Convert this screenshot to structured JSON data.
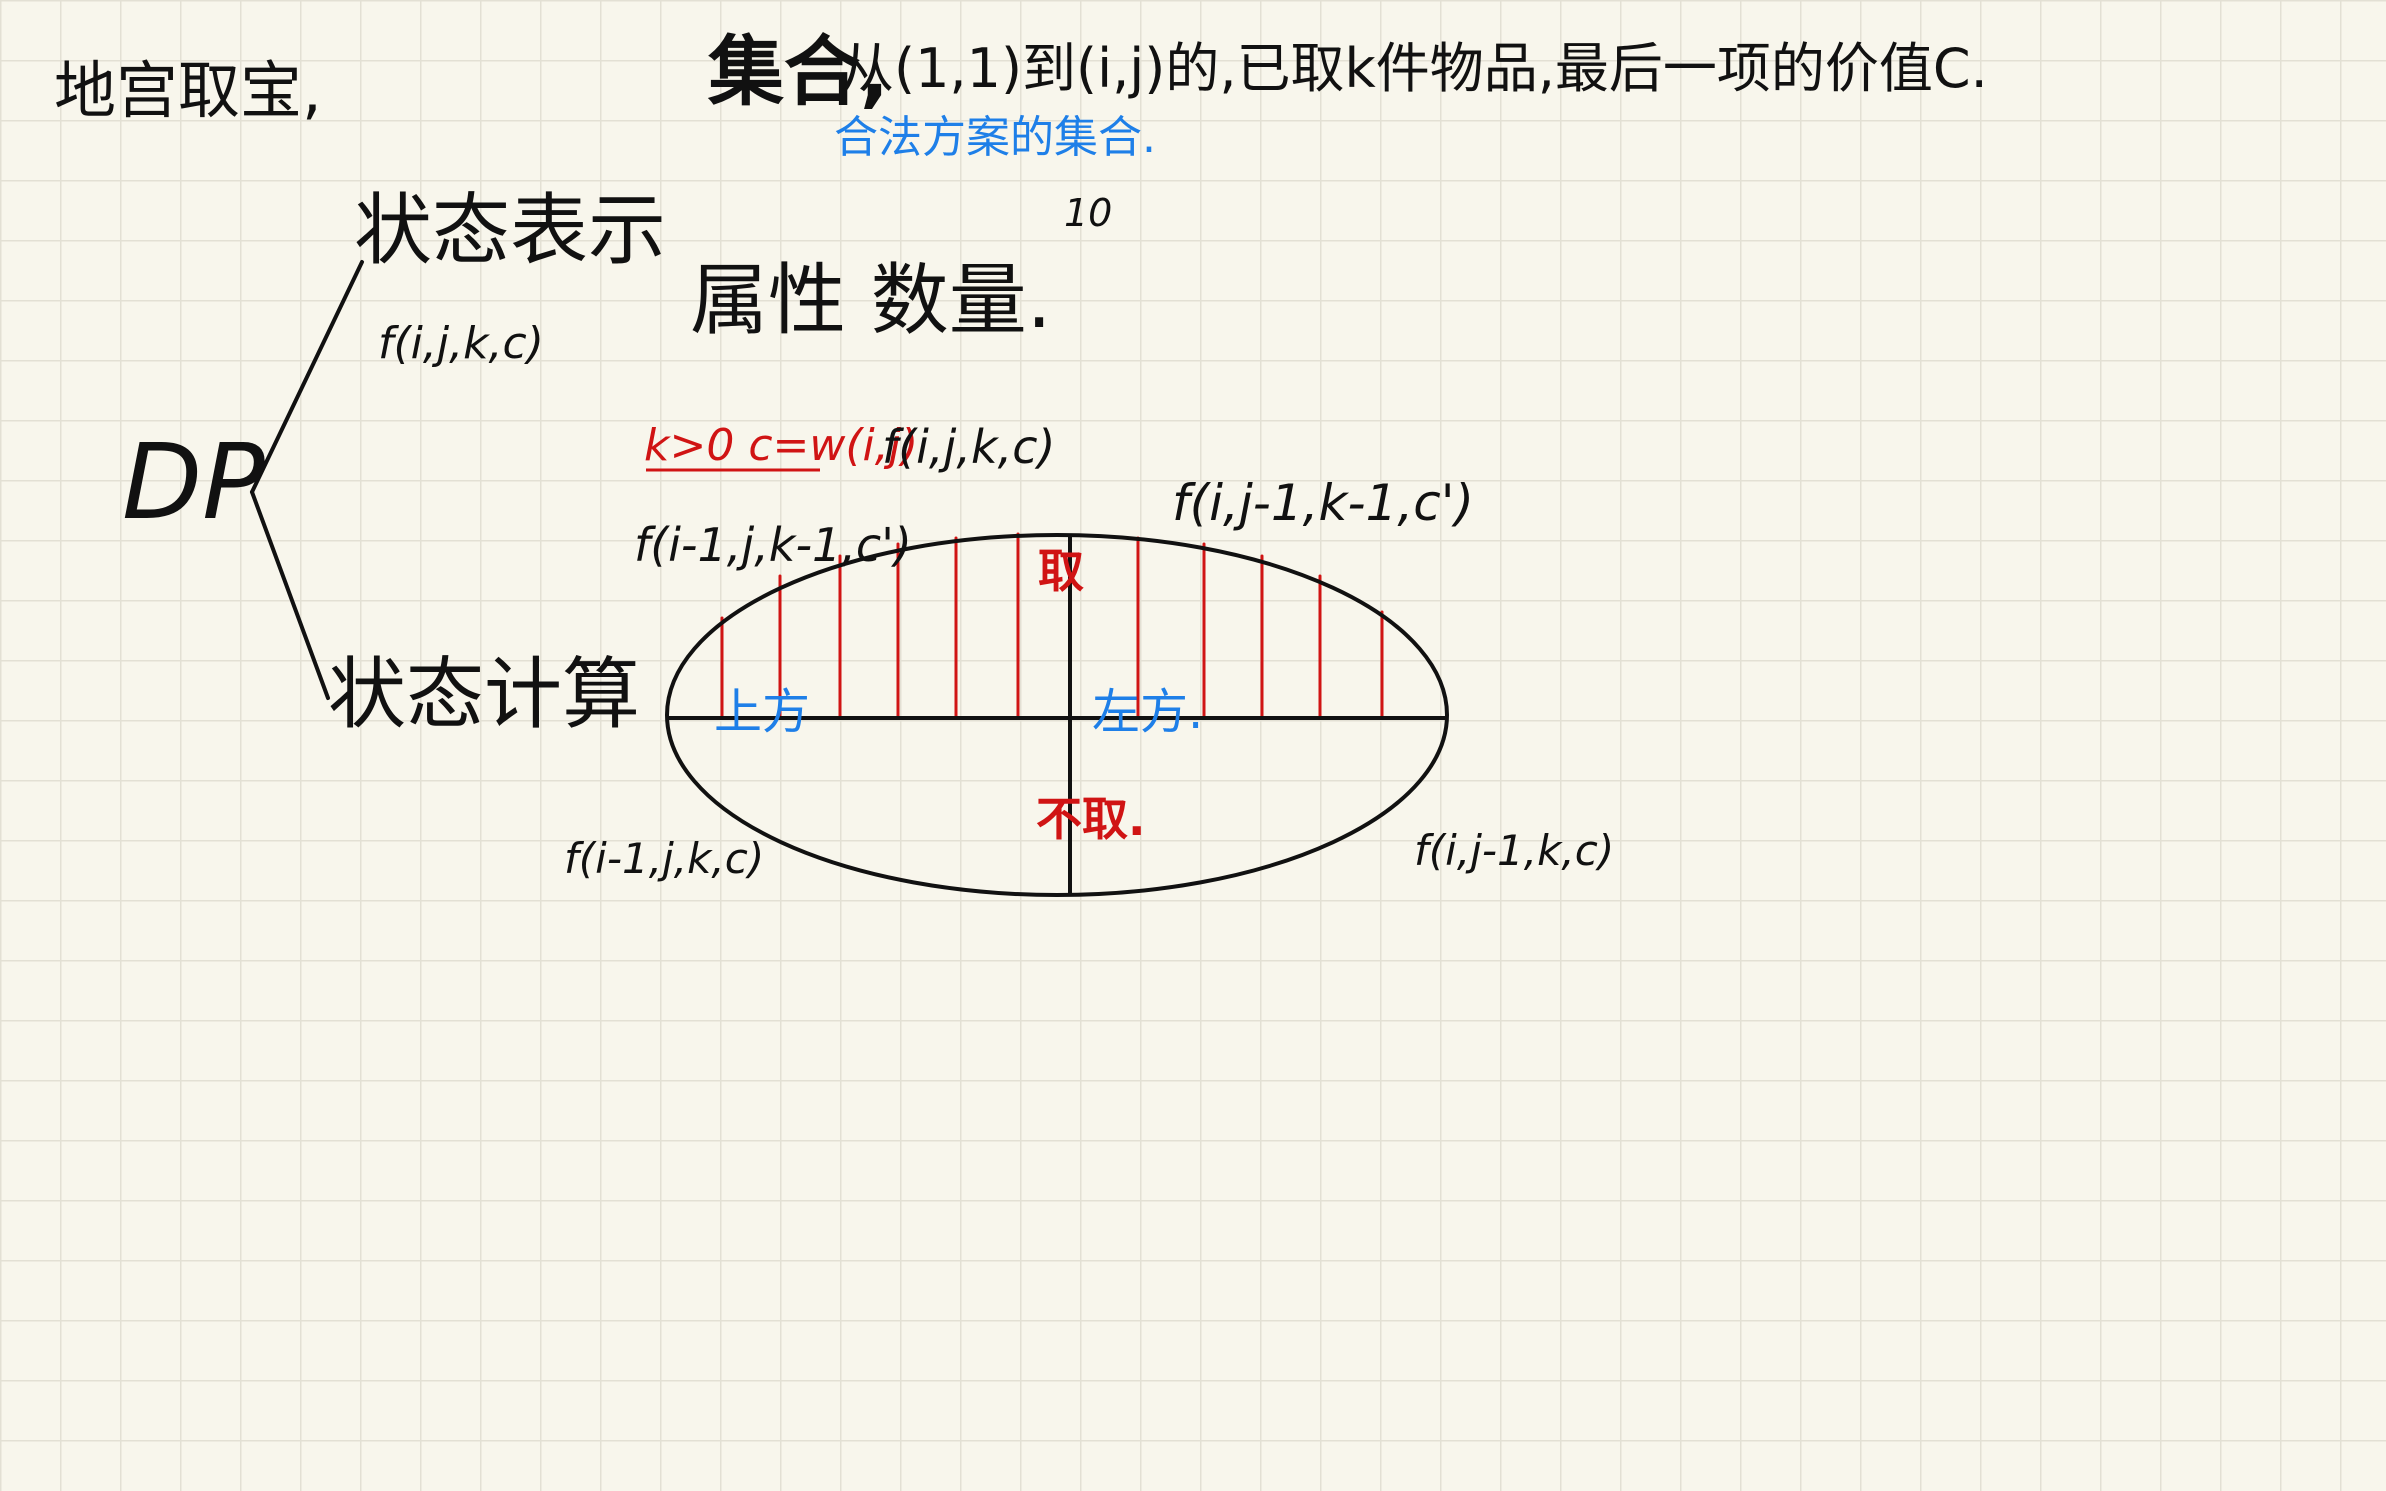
{
  "title": "地宫取宝,",
  "root_label": "DP",
  "branches": {
    "state_repr": "状态表示",
    "state_repr_formula": "f(i,j,k,c)",
    "set_heading": "集合,",
    "set_definition": "从(1,1)到(i,j)的,已取k件物品,最后一项的价值C.",
    "set_note": "合法方案的集合.",
    "ten_mark": "10",
    "attribute": "属性 数量.",
    "state_calc": "状态计算"
  },
  "diagram": {
    "condition": "k>0 c=w(i,j)",
    "target": "f(i,j,k,c)",
    "top_left_term": "f(i-1,j,k-1,c')",
    "top_right_term": "f(i,j-1,k-1,c')",
    "take_label": "取",
    "not_take_label": "不取.",
    "from_above": "上方",
    "from_left": "左方.",
    "bottom_left_term": "f(i-1,j,k,c)",
    "bottom_right_term": "f(i,j-1,k,c)"
  },
  "colors": {
    "ink": "#111111",
    "red": "#d01414",
    "blue": "#1e7fe8",
    "grid": "#e3e0d4",
    "paper": "#f8f6ec"
  }
}
